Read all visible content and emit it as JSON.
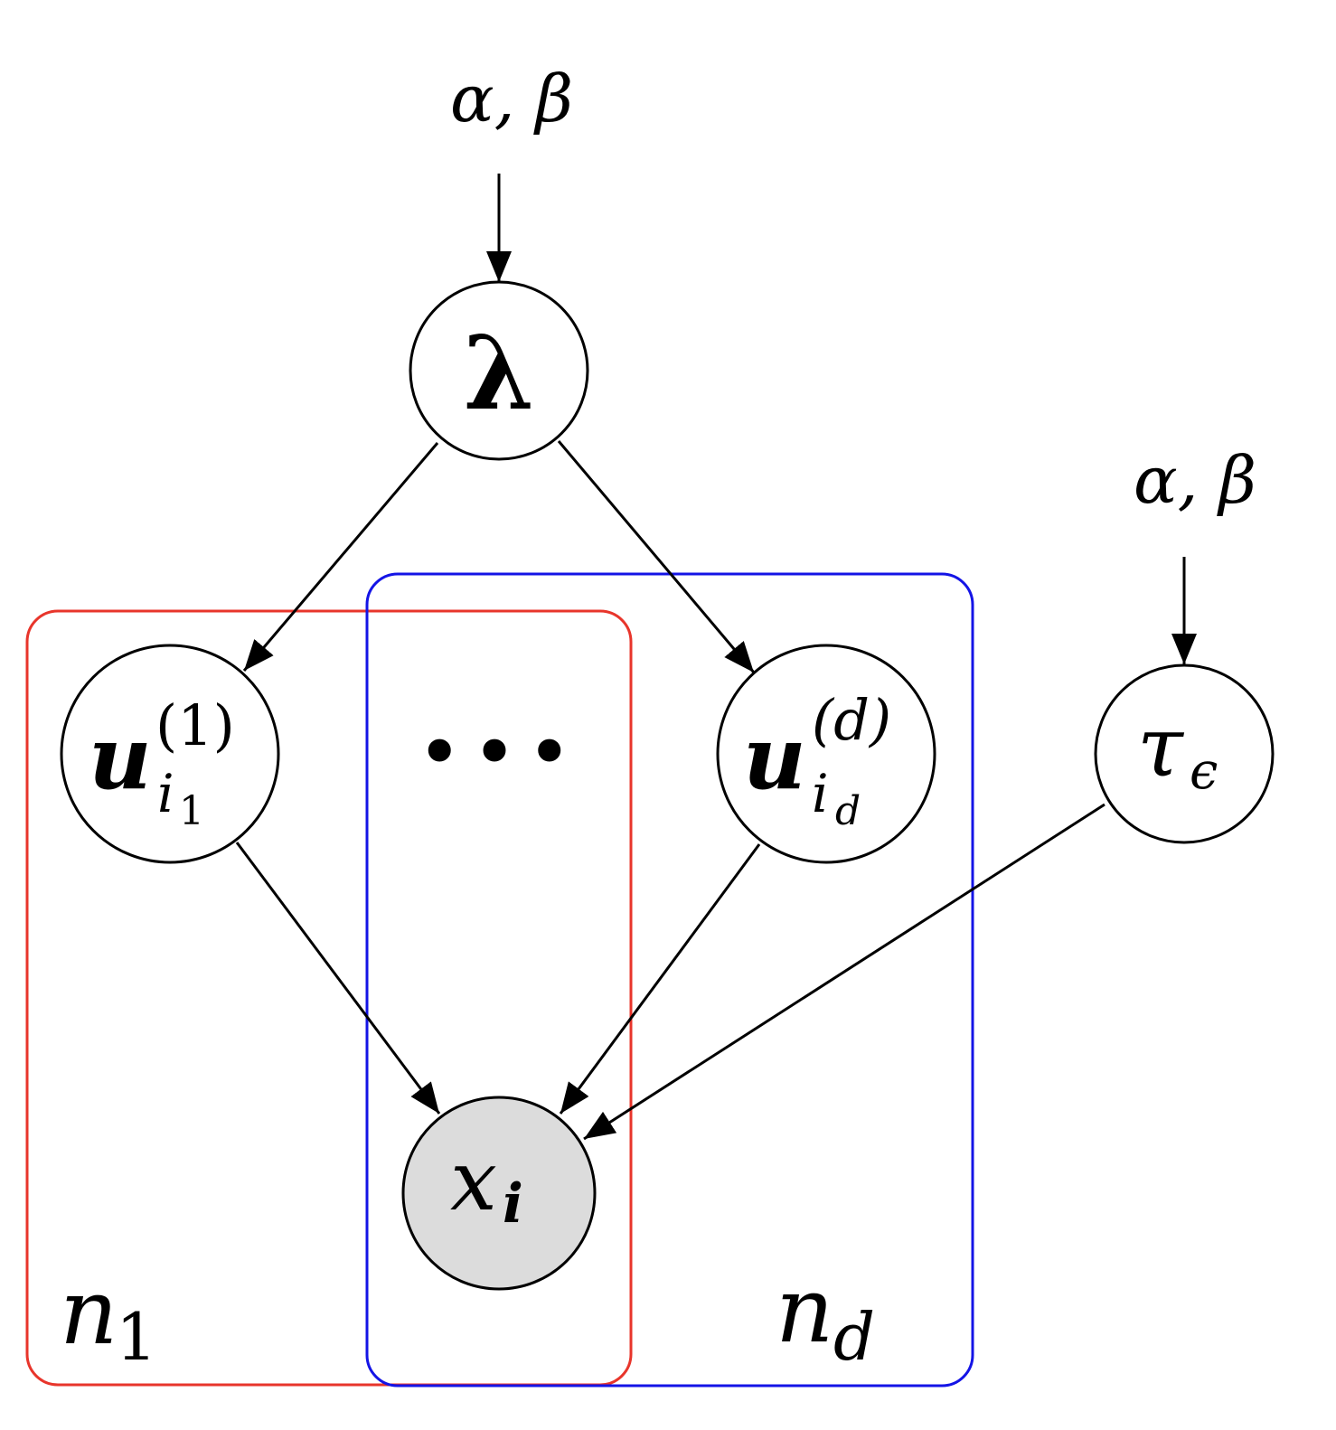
{
  "colors": {
    "plate_n1": "#e8352b",
    "plate_nd": "#1414e6",
    "observed_fill": "#dcdcdc",
    "stroke": "#000000"
  },
  "hyper_top": {
    "text": "α, β"
  },
  "hyper_tau": {
    "text": "α, β"
  },
  "nodes": {
    "lambda": {
      "symbol": "λ"
    },
    "u1": {
      "base": "u",
      "sup": "(1)",
      "sub": "i",
      "subsub": "1"
    },
    "ellipsis": {
      "text": "•••"
    },
    "ud": {
      "base": "u",
      "sup": "(d)",
      "sub": "i",
      "subsub": "d"
    },
    "tau": {
      "base": "τ",
      "sub": "ϵ"
    },
    "x": {
      "base": "x",
      "sub": "i"
    }
  },
  "plates": {
    "n1": {
      "base": "n",
      "sub": "1"
    },
    "nd": {
      "base": "n",
      "sub": "d"
    }
  }
}
